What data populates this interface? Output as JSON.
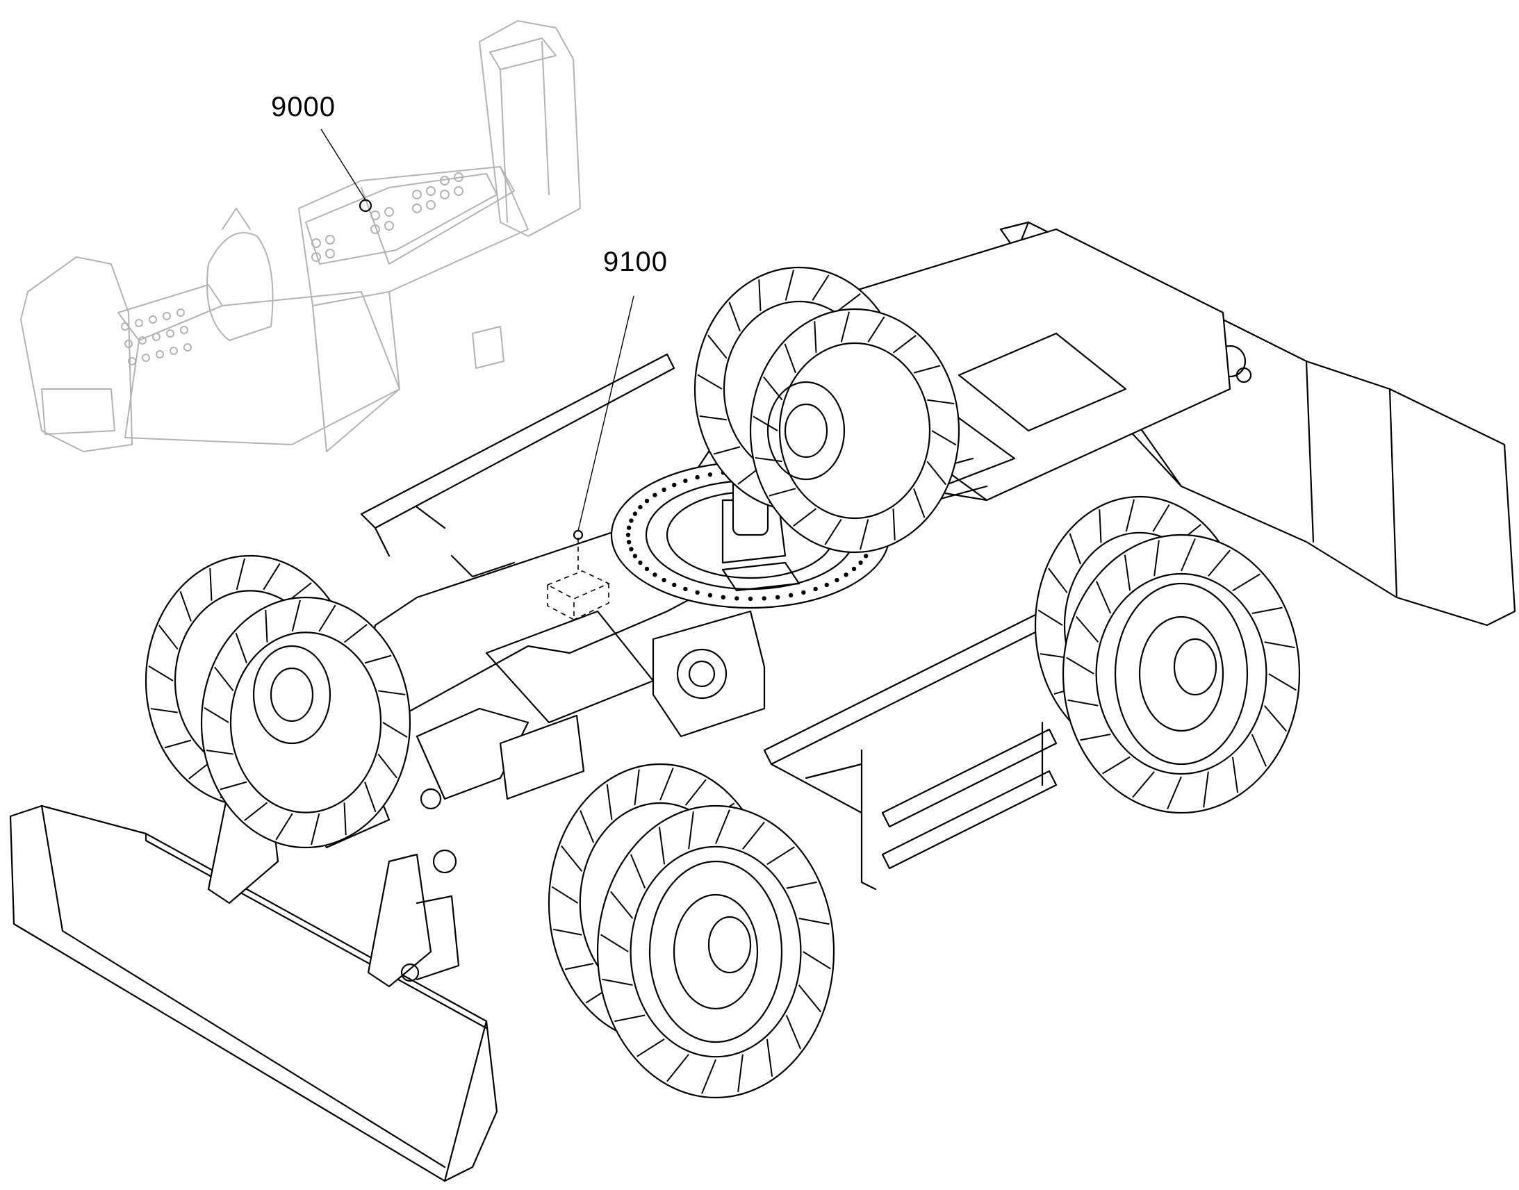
{
  "diagram": {
    "callouts": [
      {
        "id": "9000",
        "label": "9000"
      },
      {
        "id": "9100",
        "label": "9100"
      }
    ]
  }
}
